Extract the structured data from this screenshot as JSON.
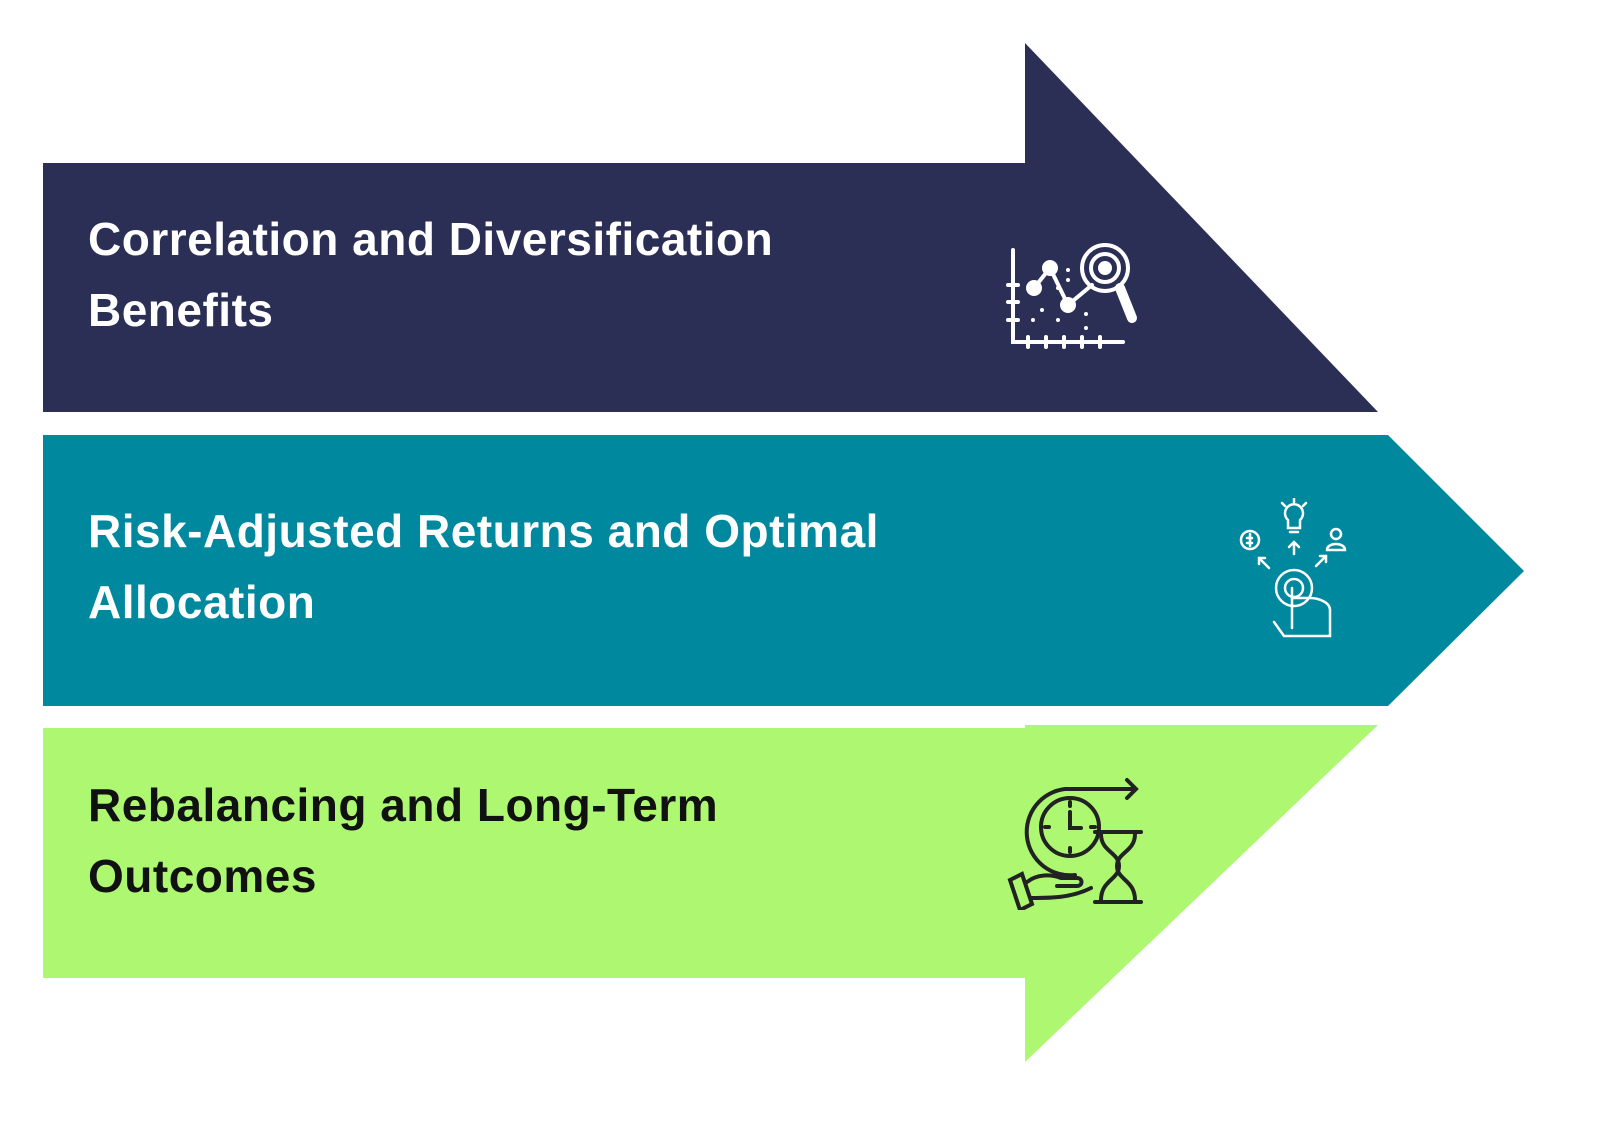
{
  "colors": {
    "navy": "#2b2f56",
    "teal": "#00889e",
    "green": "#adf870",
    "white": "#ffffff",
    "dark": "#1f1f1f"
  },
  "steps": [
    {
      "title": "Correlation and Diversification Benefits",
      "line1": "Correlation and Diversification",
      "line2": "Benefits",
      "icon": "chart-magnifier-icon"
    },
    {
      "title": "Risk-Adjusted Returns and Optimal Allocation",
      "line1": "Risk-Adjusted Returns and Optimal",
      "line2": "Allocation",
      "icon": "gear-hand-options-icon"
    },
    {
      "title": "Rebalancing and Long-Term Outcomes",
      "line1": "Rebalancing and Long-Term",
      "line2": "Outcomes",
      "icon": "clock-hourglass-hand-icon"
    }
  ]
}
